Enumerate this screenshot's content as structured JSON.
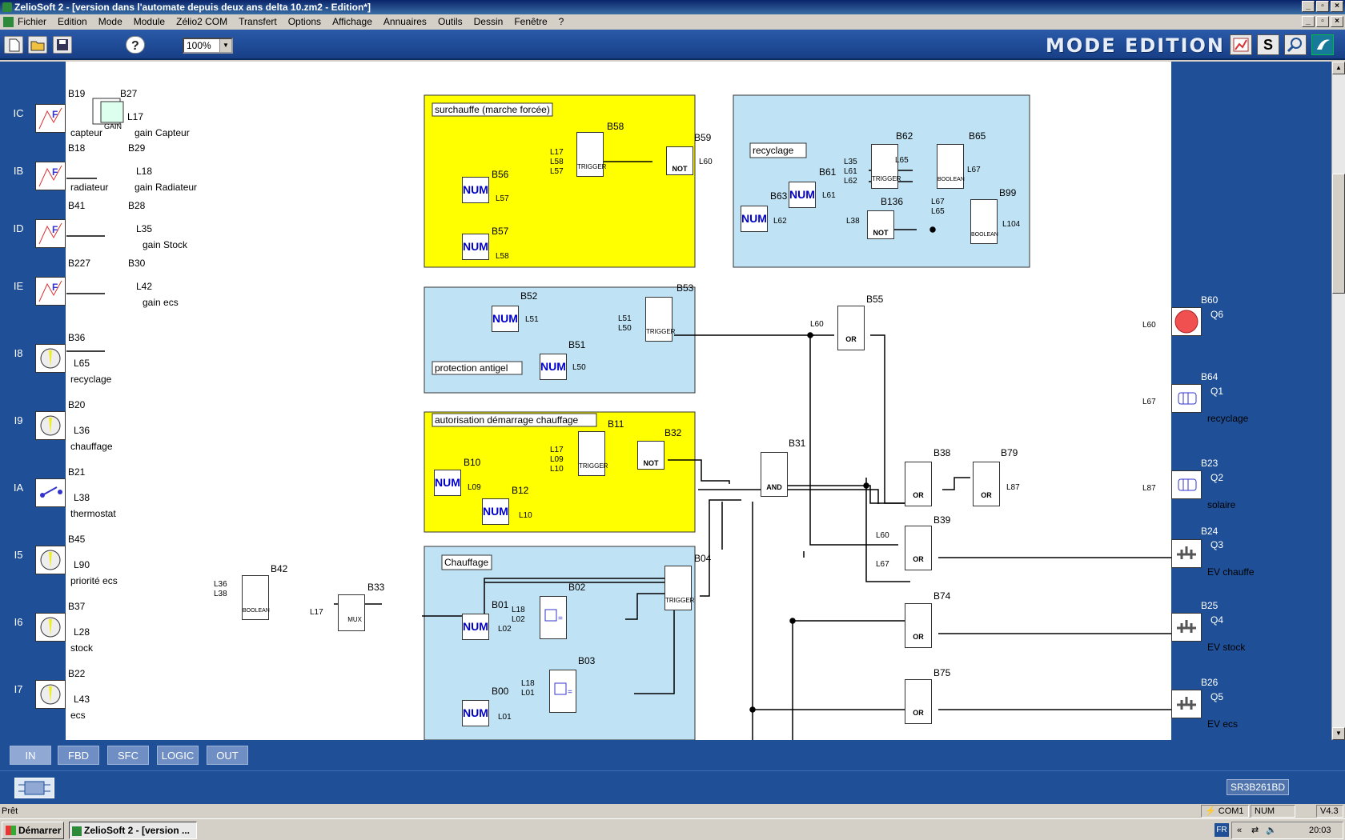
{
  "window": {
    "title": "ZelioSoft 2 - [version dans l'automate depuis deux ans delta 10.zm2 - Edition*]"
  },
  "menu": [
    "Fichier",
    "Edition",
    "Mode",
    "Module",
    "Zélio2 COM",
    "Transfert",
    "Options",
    "Affichage",
    "Annuaires",
    "Outils",
    "Dessin",
    "Fenêtre",
    "?"
  ],
  "toolbar": {
    "zoom": "100%",
    "mode": "MODE EDITION",
    "help_icon": "help-icon",
    "mode_btn_s": "S"
  },
  "inputs": {
    "labels": [
      "IC",
      "IB",
      "ID",
      "IE",
      "I8",
      "I9",
      "IA",
      "I5",
      "I6",
      "I7"
    ]
  },
  "gains": [
    {
      "src": "B19",
      "gain": "B27",
      "link": "L17",
      "cap1": "capteur",
      "cap2": "gain Capteur"
    },
    {
      "src": "B18",
      "gain": "B29",
      "link": "L18",
      "cap1": "radiateur",
      "cap2": "gain Radiateur"
    },
    {
      "src": "B41",
      "gain": "B28",
      "link": "L35",
      "cap1": "",
      "cap2": "gain Stock"
    },
    {
      "src": "B227",
      "gain": "B30",
      "link": "L42",
      "cap1": "",
      "cap2": "gain ecs"
    }
  ],
  "switches": [
    {
      "id": "B36",
      "link": "L65",
      "cap": "recyclage"
    },
    {
      "id": "B20",
      "link": "L36",
      "cap": "chauffage"
    },
    {
      "id": "B21",
      "link": "L38",
      "cap": "thermostat"
    },
    {
      "id": "B45",
      "link": "L90",
      "cap": "priorité ecs"
    },
    {
      "id": "B37",
      "link": "L28",
      "cap": "stock"
    },
    {
      "id": "B22",
      "link": "L43",
      "cap": "ecs"
    }
  ],
  "groups": {
    "surchauffe": "surchauffe (marche forcée)",
    "recyclage": "recyclage",
    "antigel": "protection antigel",
    "demarrage": "autorisation démarrage chauffage",
    "chauffage": "Chauffage"
  },
  "blocks": {
    "num": "NUM",
    "trigger": "TRIGGER",
    "not": "NOT",
    "or": "OR",
    "and": "AND",
    "boolean": "BOOLEAN",
    "gain": "GAIN",
    "mux": "MUX"
  },
  "ids": {
    "B58": "B58",
    "B59": "B59",
    "B56": "B56",
    "B57": "B57",
    "B62": "B62",
    "B65": "B65",
    "B61": "B61",
    "B63": "B63",
    "B136": "B136",
    "B99": "B99",
    "B52": "B52",
    "B53": "B53",
    "B51": "B51",
    "B11": "B11",
    "B32": "B32",
    "B10": "B10",
    "B12": "B12",
    "B31": "B31",
    "B55": "B55",
    "B38": "B38",
    "B79": "B79",
    "B39": "B39",
    "B74": "B74",
    "B75": "B75",
    "B42": "B42",
    "B33": "B33",
    "B04": "B04",
    "B01": "B01",
    "B02": "B02",
    "B03": "B03",
    "B00": "B00"
  },
  "links": {
    "L17": "L17",
    "L58": "L58",
    "L57": "L57",
    "L60": "L60",
    "L35": "L35",
    "L61": "L61",
    "L62": "L62",
    "L65": "L65",
    "L67": "L67",
    "L38": "L38",
    "L104": "L104",
    "L51": "L51",
    "L50": "L50",
    "L09": "L09",
    "L10": "L10",
    "L87": "L87",
    "L36": "L36",
    "L18": "L18",
    "L02": "L02",
    "L01": "L01"
  },
  "outputs": [
    {
      "id": "B60",
      "q": "Q6",
      "link": "L60",
      "cap": ""
    },
    {
      "id": "B64",
      "q": "Q1",
      "link": "L67",
      "cap": "recyclage"
    },
    {
      "id": "B23",
      "q": "Q2",
      "link": "L87",
      "cap": "solaire"
    },
    {
      "id": "B24",
      "q": "Q3",
      "link": "",
      "cap": "EV chauffe"
    },
    {
      "id": "B25",
      "q": "Q4",
      "link": "",
      "cap": "EV stock"
    },
    {
      "id": "B26",
      "q": "Q5",
      "link": "",
      "cap": "EV ecs"
    }
  ],
  "tabs": [
    "IN",
    "FBD",
    "SFC",
    "LOGIC",
    "OUT"
  ],
  "bottom": {
    "module": "SR3B261BD"
  },
  "status": {
    "text": "Prêt",
    "port": "COM1",
    "num": "NUM",
    "version": "V4.3"
  },
  "taskbar": {
    "start": "Démarrer",
    "task": "ZelioSoft 2 - [version ...",
    "lang": "FR",
    "clock": "20:03"
  },
  "colors": {
    "yellow_group": "#ffff00",
    "blue_group": "#bfe3f5",
    "strip": "#1f4f96",
    "num_text": "#0000cc"
  }
}
